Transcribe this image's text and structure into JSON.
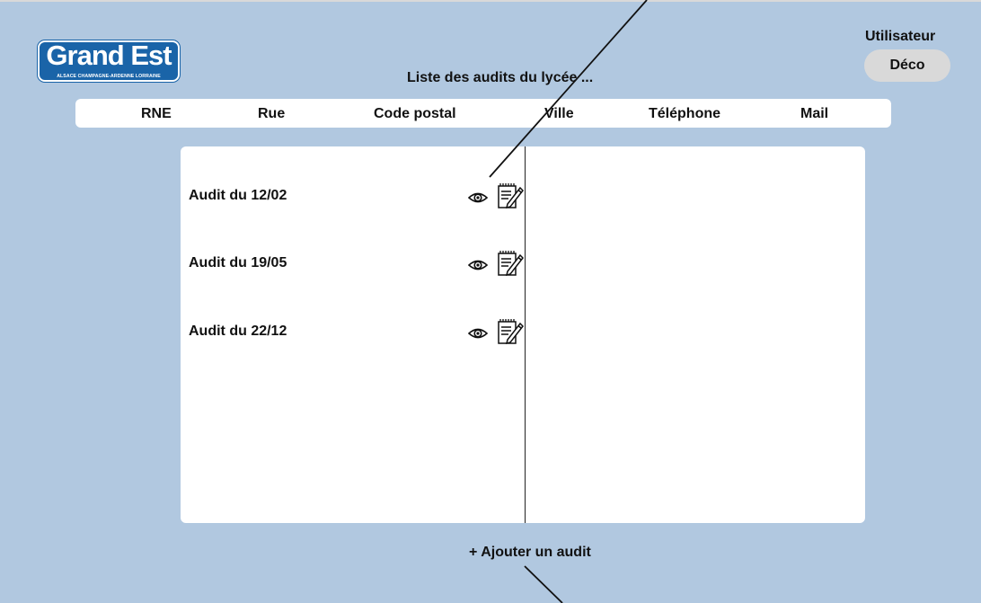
{
  "logo": {
    "wordmark": "Grand Est",
    "tagline": "ALSACE CHAMPAGNE-ARDENNE LORRAINE"
  },
  "header": {
    "title": "Liste des audits du lycée ...",
    "user_label": "Utilisateur",
    "logout_label": "Déco"
  },
  "info_bar": {
    "columns": [
      "RNE",
      "Rue",
      "Code postal",
      "Ville",
      "Téléphone",
      "Mail"
    ]
  },
  "audits": [
    {
      "label": "Audit du 12/02",
      "view_icon": "eye-icon",
      "edit_icon": "edit-notepad-icon"
    },
    {
      "label": "Audit du 19/05",
      "view_icon": "eye-icon",
      "edit_icon": "edit-notepad-icon"
    },
    {
      "label": "Audit du 22/12",
      "view_icon": "eye-icon",
      "edit_icon": "edit-notepad-icon"
    }
  ],
  "footer": {
    "add_label": "+ Ajouter un audit"
  },
  "colors": {
    "background": "#b1c8e0",
    "panel": "#ffffff",
    "button": "#d9d9d9",
    "logo_blue": "#1a64a8"
  }
}
